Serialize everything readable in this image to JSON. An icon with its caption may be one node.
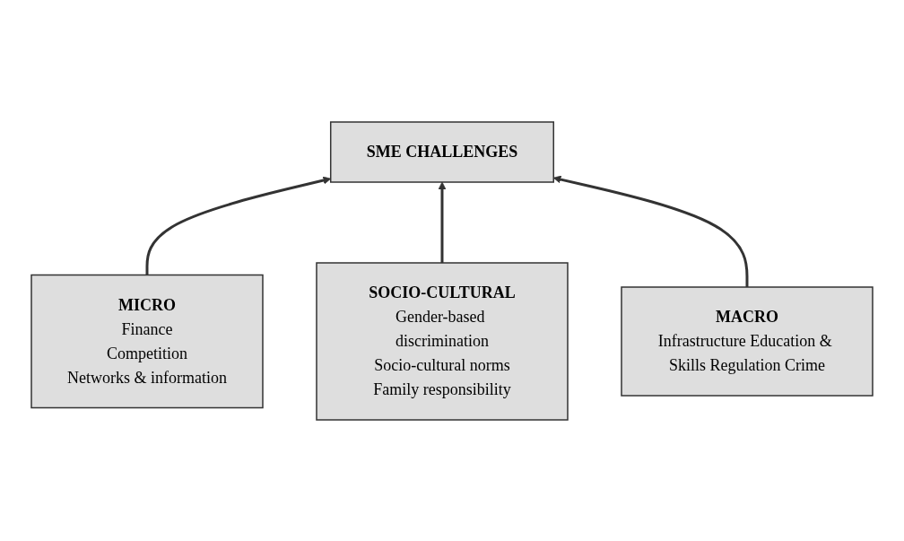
{
  "diagram": {
    "nodes": [
      {
        "text": [
          "MICRO",
          "Finance",
          "Competition",
          "Networks & information"
        ]
      },
      {
        "text": [
          "SME CHALLENGES"
        ]
      },
      {
        "text": [
          "SOCIO-CULTURAL",
          "Gender-based discrimination",
          "Socio-cultural norms",
          "Family responsibility"
        ]
      },
      {
        "text": [
          "MACRO",
          "Infrastructure Education & Skills Regulation Crime"
        ]
      }
    ],
    "edges": [
      {
        "from": 0,
        "to": 1,
        "arrow": "to"
      },
      {
        "from": 2,
        "to": 1,
        "arrow": "to"
      },
      {
        "from": 3,
        "to": 1,
        "arrow": "to"
      }
    ]
  }
}
